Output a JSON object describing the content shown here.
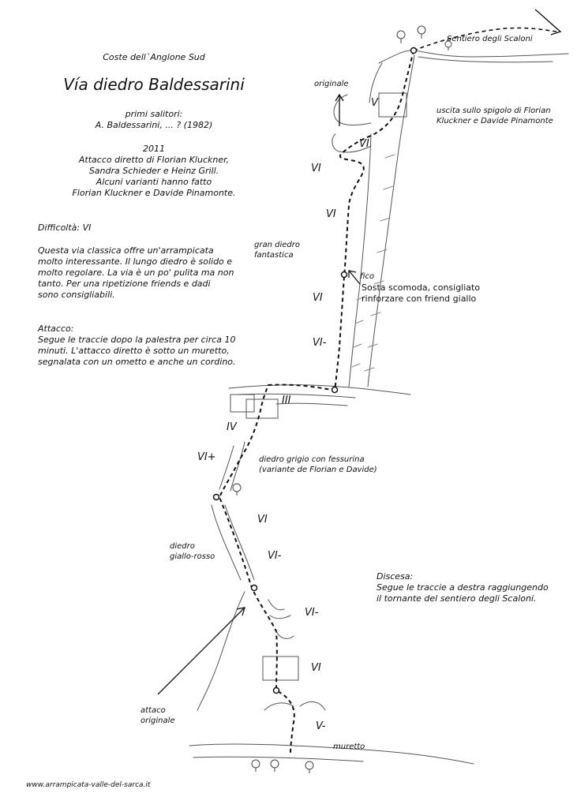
{
  "header": {
    "area": "Coste dell`Anglone Sud",
    "route_name": "Vía diedro Baldessarini",
    "first_ascent_label": "primi salitori:",
    "first_ascent": "A. Baldessarini, ... ? (1982)",
    "history": [
      "2011",
      "Attacco diretto di Florian Kluckner,",
      "Sandra Schieder e Heinz Grill.",
      "Alcuni varianti hanno fatto",
      "Florian Kluckner e Davide Pinamonte."
    ]
  },
  "difficulty": "Difficoltà: VI",
  "description": [
    "Questa via classica offre un'arrampicata",
    "molto interessante. Il lungo diedro è solido e",
    "molto regolare. La via è un po' pulita ma non",
    "tanto. Per una ripetizione friends e dadi",
    "sono consigliabili."
  ],
  "approach": {
    "title": "Attacco:",
    "lines": [
      "Segue le traccie dopo la palestra per circa 10",
      "minuti. L'attacco diretto è sotto un muretto,",
      "segnalata con un ometto e anche un cordino."
    ]
  },
  "descent": {
    "title": "Discesa:",
    "lines": [
      "Segue le traccie a destra raggiungendo",
      "il tornante del sentiero degli Scaloni."
    ]
  },
  "labels": {
    "sentiero": "Sentiero degli Scaloni",
    "originale": "originale",
    "uscita": [
      "uscita sullo spigolo di Florian",
      "Kluckner e Davide Pinamonte"
    ],
    "gran_diedro": [
      "gran diedro",
      "fantastica"
    ],
    "fico": "fico",
    "sosta": [
      "Sosta scomoda, consigliato",
      "rinforzare con friend giallo"
    ],
    "diedro_grigio": [
      "diedro grigio con fessurina",
      "(variante de Florian e Davide)"
    ],
    "diedro_giallo": [
      "diedro",
      "giallo-rosso"
    ],
    "attacco_originale": [
      "attaco",
      "originale"
    ],
    "muretto": "muretto",
    "website": "www.arrampicata-valle-del-sarca.it"
  },
  "grades": {
    "g1": "V",
    "g2": "VI",
    "g3": "VI",
    "g4": "VI",
    "g5": "VI",
    "g6": "VI-",
    "g7": "III",
    "g8": "IV",
    "g9": "VI+",
    "g10": "VI",
    "g11": "VI-",
    "g12": "VI-",
    "g13": "VI",
    "g14": "V-"
  }
}
